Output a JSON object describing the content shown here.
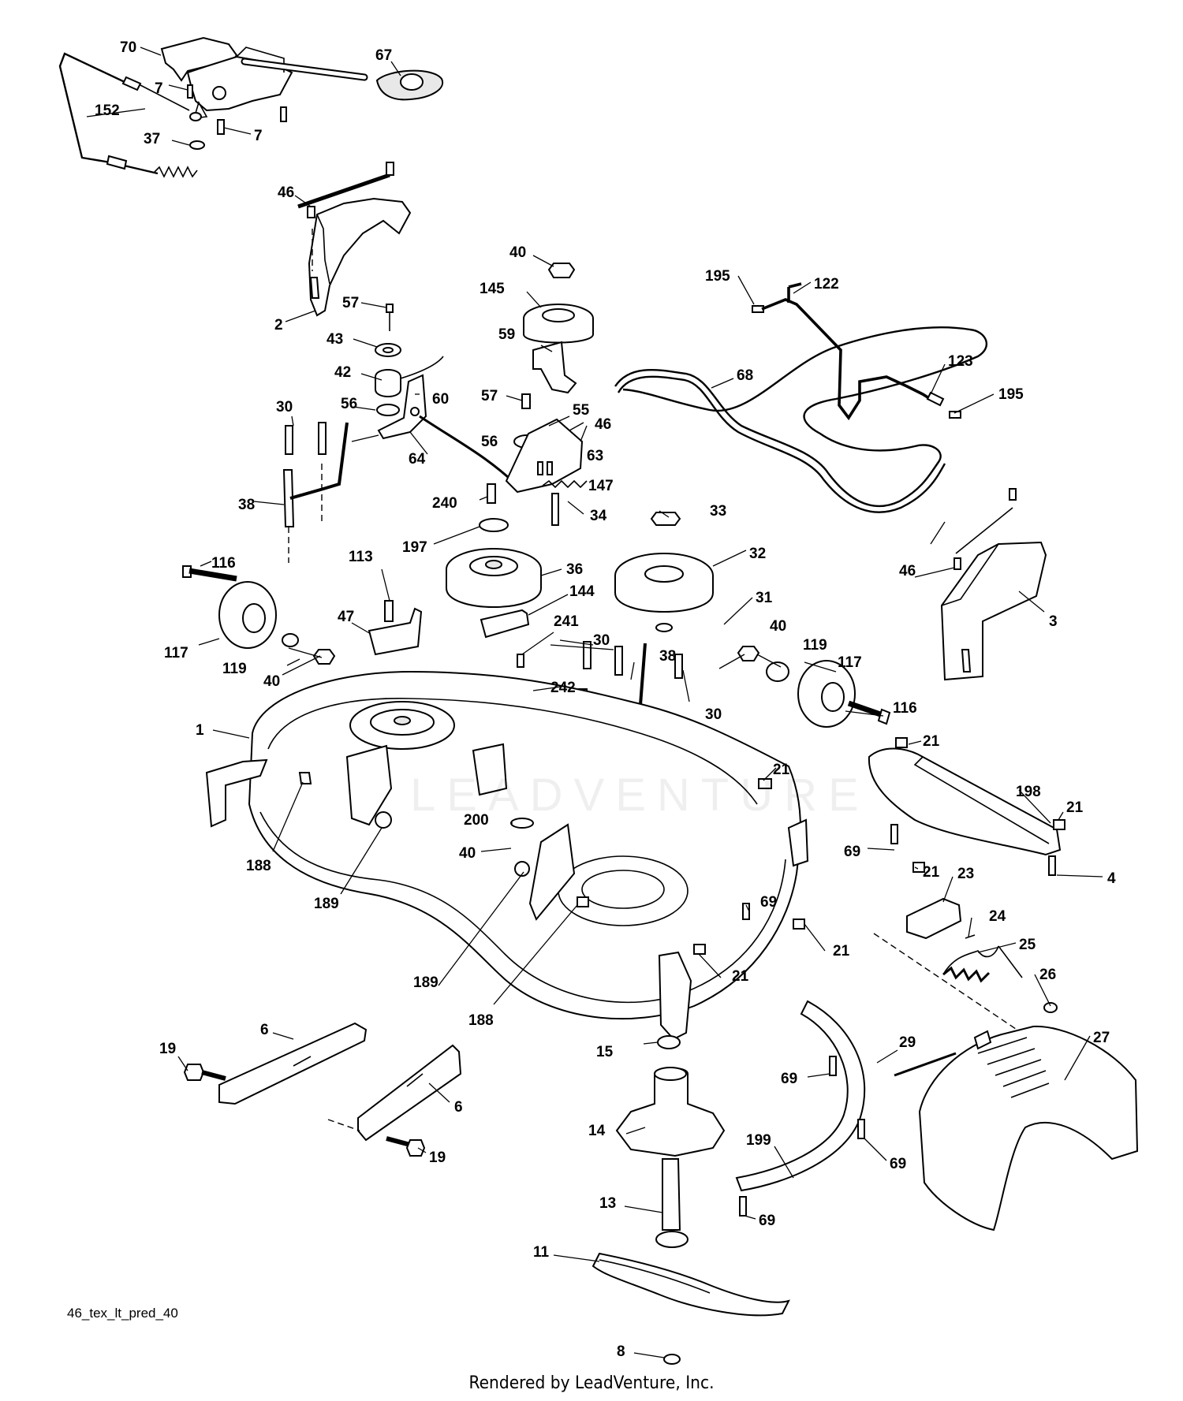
{
  "figure_code": "46_tex_lt_pred_40",
  "credit": "Rendered by LeadVenture, Inc.",
  "watermark": "LEADVENTURE",
  "callouts": {
    "c70": "70",
    "c67": "67",
    "c7a": "7",
    "c7b": "7",
    "c152": "152",
    "c37": "37",
    "c46a": "46",
    "c2": "2",
    "c40a": "40",
    "c145": "145",
    "c195a": "195",
    "c122": "122",
    "c57a": "57",
    "c43": "43",
    "c59": "59",
    "c68": "68",
    "c123": "123",
    "c195b": "195",
    "c42": "42",
    "c60": "60",
    "c56a": "56",
    "c57b": "57",
    "c55": "55",
    "c46b": "46",
    "c30a": "30",
    "c56b": "56",
    "c64": "64",
    "c63": "63",
    "c147": "147",
    "c38a": "38",
    "c240": "240",
    "c34": "34",
    "c33": "33",
    "c197": "197",
    "c32": "32",
    "c46c": "46",
    "c116a": "116",
    "c113": "113",
    "c36": "36",
    "c144": "144",
    "c31": "31",
    "c3": "3",
    "c47": "47",
    "c40b": "40",
    "c119a": "119",
    "c117a": "117",
    "c30b": "30",
    "c241": "241",
    "c117b": "117",
    "c119b": "119",
    "c40c": "40",
    "c38b": "38",
    "c242": "242",
    "c30c": "30",
    "c116b": "116",
    "c1": "1",
    "c21a": "21",
    "c21b": "21",
    "c198": "198",
    "c21c": "21",
    "c188a": "188",
    "c200": "200",
    "c69a": "69",
    "c40d": "40",
    "c4": "4",
    "c189a": "189",
    "c21d": "21",
    "c23": "23",
    "c69b": "69",
    "c24": "24",
    "c25": "25",
    "c21e": "21",
    "c189b": "189",
    "c21f": "21",
    "c26": "26",
    "c188b": "188",
    "c19a": "19",
    "c6a": "6",
    "c15": "15",
    "c29": "29",
    "c27": "27",
    "c69c": "69",
    "c6b": "6",
    "c14": "14",
    "c19b": "19",
    "c69d": "69",
    "c199": "199",
    "c13": "13",
    "c69e": "69",
    "c11": "11",
    "c8": "8"
  }
}
